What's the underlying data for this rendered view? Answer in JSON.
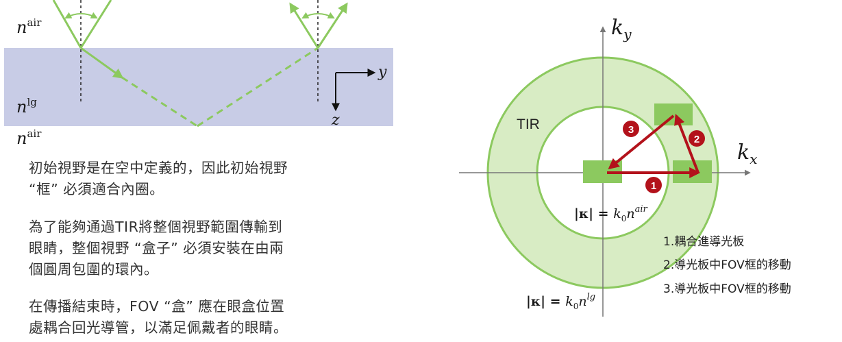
{
  "left_diagram": {
    "n_air_top": "n",
    "n_air_top_sup": "air",
    "n_lg": "n",
    "n_lg_sup": "lg",
    "n_air_bottom": "n",
    "n_air_bottom_sup": "air",
    "axis_y": "y",
    "axis_z": "z"
  },
  "text_paragraphs": [
    {
      "lines": [
        "初始視野是在空中定義的，因此初始視野",
        "“框” 必須適合內圈。"
      ]
    },
    {
      "lines": [
        "為了能夠通過TIR將整個視野範圍傳輸到",
        "眼睛，整個視野 “盒子” 必須安裝在由兩",
        "個圓周包圍的環內。"
      ]
    },
    {
      "lines": [
        "在傳播結束時，FOV “盒” 應在眼盒位置",
        "處耦合回光導管，以滿足佩戴者的眼睛。"
      ]
    }
  ],
  "k_diagram": {
    "axis_kx": "k",
    "axis_kx_sub": "x",
    "axis_ky": "k",
    "axis_ky_sub": "y",
    "tir_label": "TIR",
    "inner_eq": {
      "lhs": "|κ| = ",
      "k": "k",
      "sub": "0",
      "n": "n",
      "sup": "air"
    },
    "outer_eq": {
      "lhs": "|κ| = ",
      "k": "k",
      "sub": "0",
      "n": "n",
      "sup": "lg"
    },
    "step_badges": [
      "1",
      "2",
      "3"
    ],
    "colors": {
      "ring": "#d8ecc4",
      "ring_stroke": "#8cc95f",
      "box": "#8cc95f",
      "arrow": "#b3121b",
      "glass": "#c8cce6",
      "ray": "#8cc95f"
    }
  },
  "legend": [
    "1.耦合進導光板",
    "2.導光板中FOV框的移動",
    "3.導光板中FOV框的移動"
  ]
}
